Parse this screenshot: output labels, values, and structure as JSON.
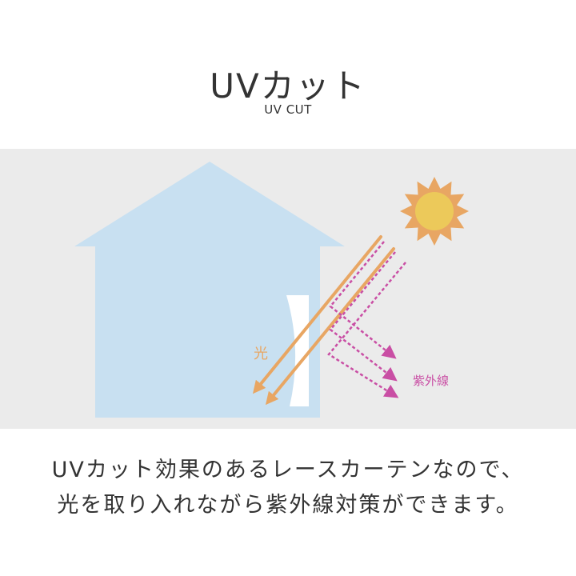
{
  "title": "UVカット",
  "subtitle": "UV CUT",
  "diagram": {
    "light_label": "光",
    "uv_label": "紫外線",
    "colors": {
      "background": "#ebebeb",
      "house": "#c8e0f1",
      "window": "#ffffff",
      "light_arrow": "#e8a663",
      "uv_arrow": "#c94ea4",
      "sun_core": "#ecc95a",
      "sun_rays": "#e8a663"
    },
    "icons": [
      "house-icon",
      "sun-icon",
      "curtain-icon"
    ]
  },
  "caption": {
    "line1": "UVカット効果のあるレースカーテンなので、",
    "line2": "光を取り入れながら紫外線対策ができます。"
  }
}
